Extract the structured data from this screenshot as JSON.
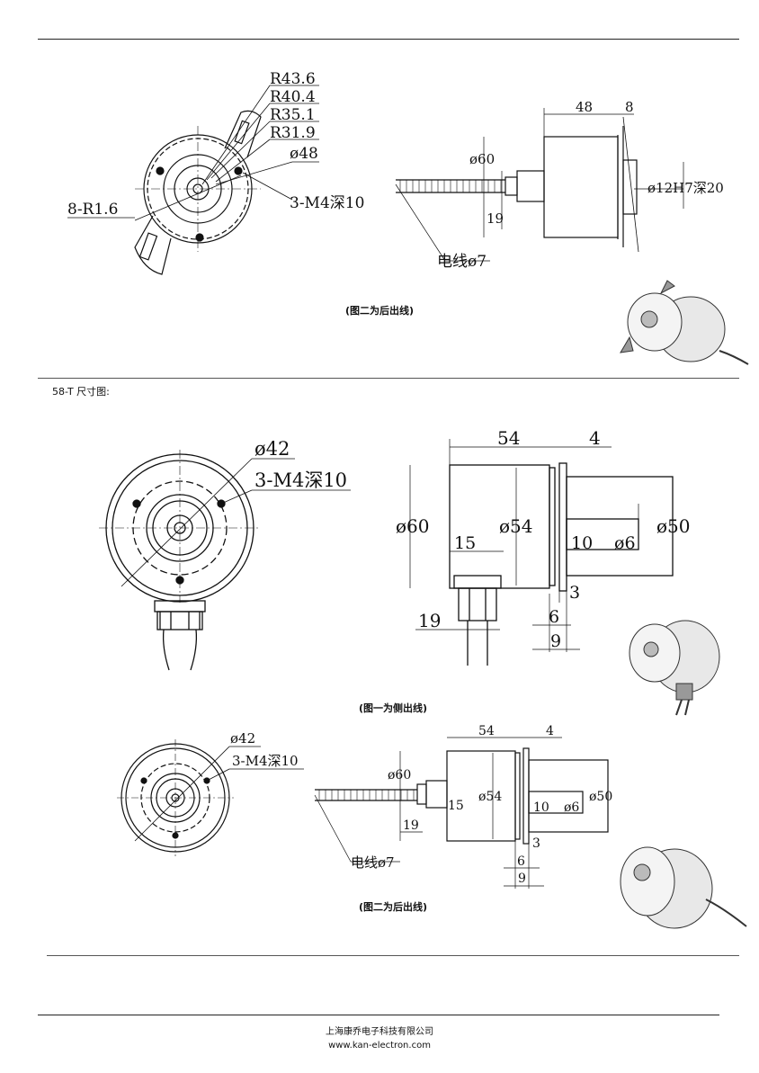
{
  "section1": {
    "caption": "(图二为后出线)",
    "front_view": {
      "labels": [
        "R43.6",
        "R40.4",
        "R35.1",
        "R31.9",
        "ø48",
        "3-M4深10",
        "8-R1.6"
      ]
    },
    "side_view": {
      "labels": [
        "48",
        "8",
        "ø60",
        "19",
        "ø12H7深20",
        "电线ø7"
      ]
    }
  },
  "section2": {
    "title": "58-T 尺寸图:",
    "side_exit": {
      "caption": "(图一为侧出线)",
      "front_labels": [
        "ø42",
        "3-M4深10"
      ],
      "side_labels": [
        "54",
        "4",
        "ø60",
        "15",
        "ø54",
        "10",
        "ø6",
        "ø50",
        "3",
        "6",
        "19",
        "9"
      ]
    },
    "rear_exit": {
      "caption": "(图二为后出线)",
      "front_labels": [
        "ø42",
        "3-M4深10"
      ],
      "side_labels": [
        "54",
        "4",
        "ø60",
        "15",
        "ø54",
        "10",
        "ø6",
        "ø50",
        "19",
        "3",
        "6",
        "9",
        "电线ø7"
      ]
    }
  },
  "footer": {
    "company": "上海康乔电子科技有限公司",
    "website": "www.kan-electron.com"
  }
}
